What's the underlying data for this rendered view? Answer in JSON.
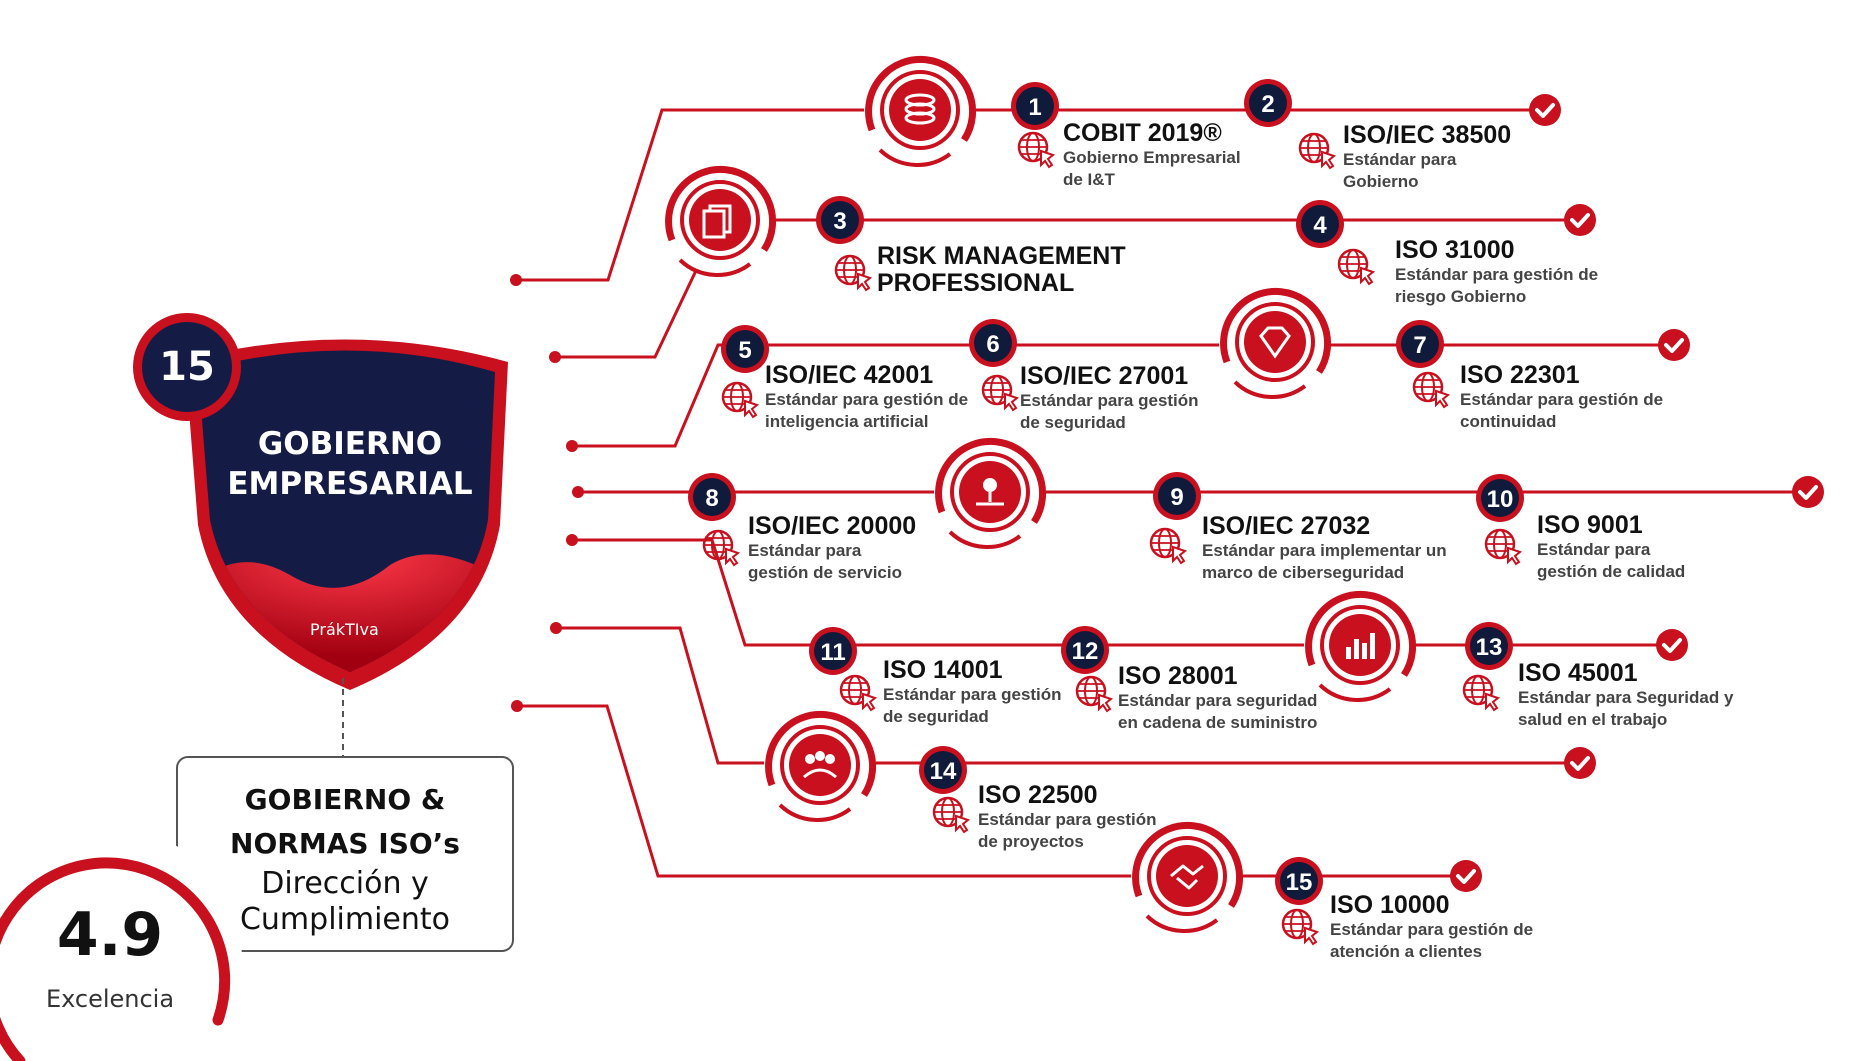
{
  "shield": {
    "count": "15",
    "title_line1": "GOBIERNO",
    "title_line2": "EMPRESARIAL",
    "logo": "PrákTIva"
  },
  "summary_box": {
    "line1": "GOBIERNO &",
    "line2": "NORMAS ISO’s",
    "line3": "Dirección y",
    "line4": "Cumplimiento"
  },
  "rating": {
    "value": "4.9",
    "label": "Excelencia"
  },
  "colors": {
    "accent": "#c8101e",
    "dark": "#101a3a",
    "shield_fill": "#141b45"
  },
  "standards": [
    {
      "number": "1",
      "title": "COBIT 2019®",
      "desc": [
        "Gobierno Empresarial",
        "de I&T"
      ]
    },
    {
      "number": "2",
      "title": "ISO/IEC 38500",
      "desc": [
        "Estándar para",
        "Gobierno"
      ]
    },
    {
      "number": "3",
      "title": "RISK MANAGEMENT",
      "title2": "PROFESSIONAL",
      "desc": []
    },
    {
      "number": "4",
      "title": "ISO 31000",
      "desc": [
        "Estándar para gestión de",
        "riesgo Gobierno"
      ]
    },
    {
      "number": "5",
      "title": "ISO/IEC 42001",
      "desc": [
        "Estándar para gestión de",
        "inteligencia artificial"
      ]
    },
    {
      "number": "6",
      "title": "ISO/IEC 27001",
      "desc": [
        "Estándar para gestión",
        "de seguridad"
      ]
    },
    {
      "number": "7",
      "title": "ISO 22301",
      "desc": [
        "Estándar para gestión de",
        "continuidad"
      ]
    },
    {
      "number": "8",
      "title": "ISO/IEC 20000",
      "desc": [
        "Estándar para",
        "gestión de servicio"
      ]
    },
    {
      "number": "9",
      "title": "ISO/IEC 27032",
      "desc": [
        "Estándar para implementar un",
        "marco de ciberseguridad"
      ]
    },
    {
      "number": "10",
      "title": "ISO 9001",
      "desc": [
        "Estándar para",
        "gestión de calidad"
      ]
    },
    {
      "number": "11",
      "title": "ISO 14001",
      "desc": [
        "Estándar para gestión",
        "de seguridad"
      ]
    },
    {
      "number": "12",
      "title": "ISO 28001",
      "desc": [
        "Estándar para seguridad",
        "en cadena de suministro"
      ]
    },
    {
      "number": "13",
      "title": "ISO 45001",
      "desc": [
        "Estándar para Seguridad y",
        "salud en el trabajo"
      ]
    },
    {
      "number": "14",
      "title": "ISO 22500",
      "desc": [
        "Estándar para gestión",
        "de proyectos"
      ]
    },
    {
      "number": "15",
      "title": "ISO 10000",
      "desc": [
        "Estándar para gestión de",
        "atención a clientes"
      ]
    }
  ],
  "icons": [
    "database-icon",
    "documents-icon",
    "diamond-icon",
    "location-icon",
    "bar-chart-icon",
    "team-icon",
    "handshake-icon",
    "globe-cursor-icon",
    "check-icon"
  ]
}
